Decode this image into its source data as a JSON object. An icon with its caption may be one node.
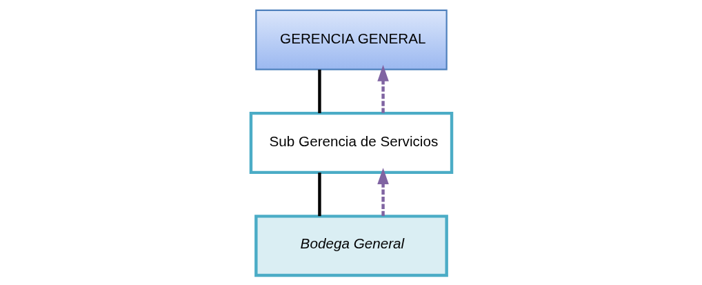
{
  "diagram": {
    "nodes": [
      {
        "text": [
          "GERENCIA GENERAL"
        ]
      },
      {
        "text": [
          "Sub Gerencia de Servicios"
        ]
      },
      {
        "text": [
          "Bodega General"
        ]
      }
    ],
    "edges": [
      {
        "from": 0,
        "to": 1,
        "arrow": "none",
        "color": "#000000"
      },
      {
        "from": 1,
        "to": 0,
        "arrow": "to",
        "style": "dashed",
        "color": "#8064a2"
      },
      {
        "from": 1,
        "to": 2,
        "arrow": "none",
        "color": "#000000"
      },
      {
        "from": 2,
        "to": 1,
        "arrow": "to",
        "style": "dashed",
        "color": "#8064a2"
      }
    ]
  }
}
